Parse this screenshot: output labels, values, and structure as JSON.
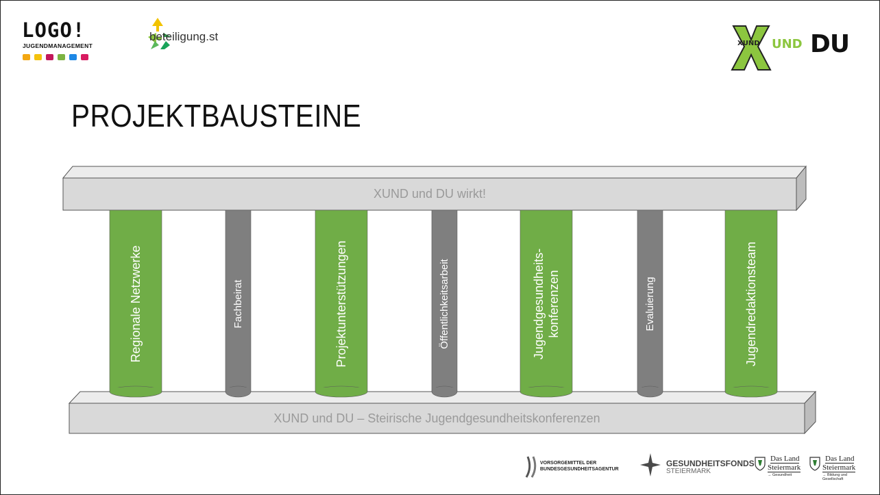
{
  "logos": {
    "logo_main": "LOGO!",
    "logo_sub": "JUGENDMANAGEMENT",
    "beteiligung": "beteiligung.st",
    "xund_logo_xund": "XUND",
    "xund_logo_und": "UND",
    "xund_logo_du": "DU"
  },
  "title": "PROJEKTBAUSTEINE",
  "top_beam": {
    "label": "XUND und DU wirkt!"
  },
  "bottom_beam": {
    "label": "XUND und DU – Steirische Jugendgesundheitskonferenzen"
  },
  "pillars": [
    {
      "line1": "Regionale Netzwerke",
      "line2": "",
      "color": "#70ad47"
    },
    {
      "line1": "Fachbeirat",
      "line2": "",
      "color": "#7f7f7f"
    },
    {
      "line1": "Projektunterstützungen",
      "line2": "",
      "color": "#70ad47"
    },
    {
      "line1": "Öffentlichkeitsarbeit",
      "line2": "",
      "color": "#7f7f7f"
    },
    {
      "line1": "Jugendgesundheits-",
      "line2": "konferenzen",
      "color": "#70ad47"
    },
    {
      "line1": "Evaluierung",
      "line2": "",
      "color": "#7f7f7f"
    },
    {
      "line1": "Jugendredaktionsteam",
      "line2": "",
      "color": "#70ad47"
    }
  ],
  "footer": {
    "vorsorge_line1": "VORSORGEMITTEL DER",
    "vorsorge_line2": "BUNDESGESUNDHEITSAGENTUR",
    "fonds_line1": "GESUNDHEITSFONDS",
    "fonds_line2": "STEIERMARK",
    "land1_line1": "Das Land",
    "land1_line2": "Steiermark",
    "land1_sub": "→ Gesundheit",
    "land2_line1": "Das Land",
    "land2_line2": "Steiermark",
    "land2_sub": "→ Bildung und Gesellschaft"
  },
  "colors": {
    "green": "#70ad47",
    "gray": "#7f7f7f",
    "beam": "#d9d9d9",
    "xund_green": "#8cc63f"
  }
}
